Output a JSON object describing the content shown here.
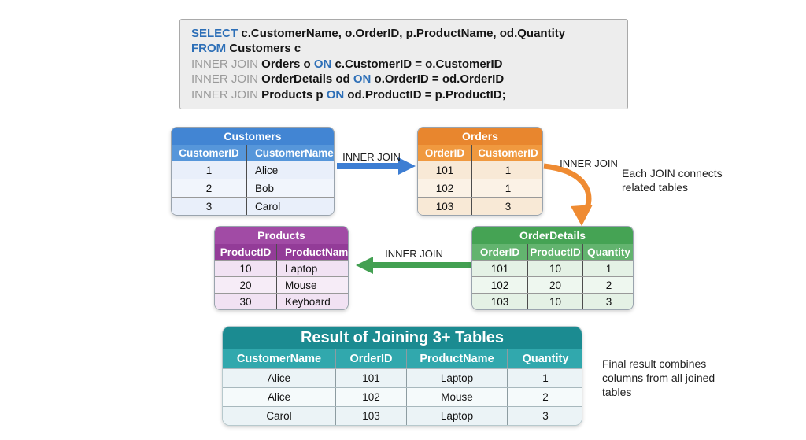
{
  "sql": {
    "lines": [
      {
        "segments": [
          {
            "text": "SELECT"
          },
          {
            "text": " c.CustomerName, o.OrderID, p.ProductName, od.Quantity"
          }
        ]
      },
      {
        "segments": [
          {
            "text": "FROM"
          },
          {
            "text": " Customers c"
          }
        ]
      },
      {
        "segments": [
          {
            "text": "INNER JOIN"
          },
          {
            "text": " Orders o "
          },
          {
            "text": "ON"
          },
          {
            "text": " c.CustomerID = o.CustomerID"
          }
        ]
      },
      {
        "segments": [
          {
            "text": "INNER JOIN"
          },
          {
            "text": " OrderDetails od "
          },
          {
            "text": "ON"
          },
          {
            "text": " o.OrderID = od.OrderID"
          }
        ]
      },
      {
        "segments": [
          {
            "text": "INNER JOIN"
          },
          {
            "text": " Products p "
          },
          {
            "text": "ON"
          },
          {
            "text": " od.ProductID = p.ProductID;"
          }
        ]
      }
    ]
  },
  "labels": {
    "join_customers_orders": "INNER JOIN",
    "join_orders_orderdetails": "INNER JOIN",
    "join_orderdetails_products": "INNER JOIN"
  },
  "annotations": {
    "each_join": "Each JOIN connects related tables",
    "final_result": "Final result combines columns from all joined tables"
  },
  "tables": {
    "customers": {
      "title": "Customers",
      "columns": [
        "CustomerID",
        "CustomerName"
      ],
      "rows": [
        [
          "1",
          "Alice"
        ],
        [
          "2",
          "Bob"
        ],
        [
          "3",
          "Carol"
        ]
      ],
      "colors": {
        "title_bg": "#4285d3",
        "header_bg": "#5696da",
        "row_odd": "#e9effa",
        "row_even": "#f1f5fc"
      }
    },
    "orders": {
      "title": "Orders",
      "columns": [
        "OrderID",
        "CustomerID"
      ],
      "rows": [
        [
          "101",
          "1"
        ],
        [
          "102",
          "1"
        ],
        [
          "103",
          "3"
        ]
      ],
      "colors": {
        "title_bg": "#e8862e",
        "header_bg": "#f0993f",
        "row_odd": "#f8e9d6",
        "row_even": "#fbf2e6"
      }
    },
    "products": {
      "title": "Products",
      "columns": [
        "ProductID",
        "ProductName"
      ],
      "rows": [
        [
          "10",
          "Laptop"
        ],
        [
          "20",
          "Mouse"
        ],
        [
          "30",
          "Keyboard"
        ]
      ],
      "colors": {
        "title_bg": "#a14ba5",
        "header_bg": "#933c98",
        "row_odd": "#f1e2f3",
        "row_even": "#f6ecf7"
      }
    },
    "order_details": {
      "title": "OrderDetails",
      "columns": [
        "OrderID",
        "ProductID",
        "Quantity"
      ],
      "rows": [
        [
          "101",
          "10",
          "1"
        ],
        [
          "102",
          "20",
          "2"
        ],
        [
          "103",
          "10",
          "3"
        ]
      ],
      "colors": {
        "title_bg": "#45a354",
        "header_bg": "#63b46f",
        "row_odd": "#e4f1e5",
        "row_even": "#eef7ef"
      }
    },
    "result": {
      "title": "Result of Joining 3+ Tables",
      "columns": [
        "CustomerName",
        "OrderID",
        "ProductName",
        "Quantity"
      ],
      "rows": [
        [
          "Alice",
          "101",
          "Laptop",
          "1"
        ],
        [
          "Alice",
          "102",
          "Mouse",
          "2"
        ],
        [
          "Carol",
          "103",
          "Laptop",
          "3"
        ]
      ],
      "colors": {
        "title_bg": "#1b8b91",
        "header_bg": "#31a8ad",
        "row_odd": "#ebf3f6",
        "row_even": "#f5fafb"
      }
    }
  },
  "colors": {
    "arrow_blue": "#3d7ed3",
    "arrow_green": "#43a052",
    "arrow_orange": "#ef8b32",
    "sql_keyword_blue": "#2d6fb7",
    "sql_join_gray": "#9a9a9a"
  }
}
